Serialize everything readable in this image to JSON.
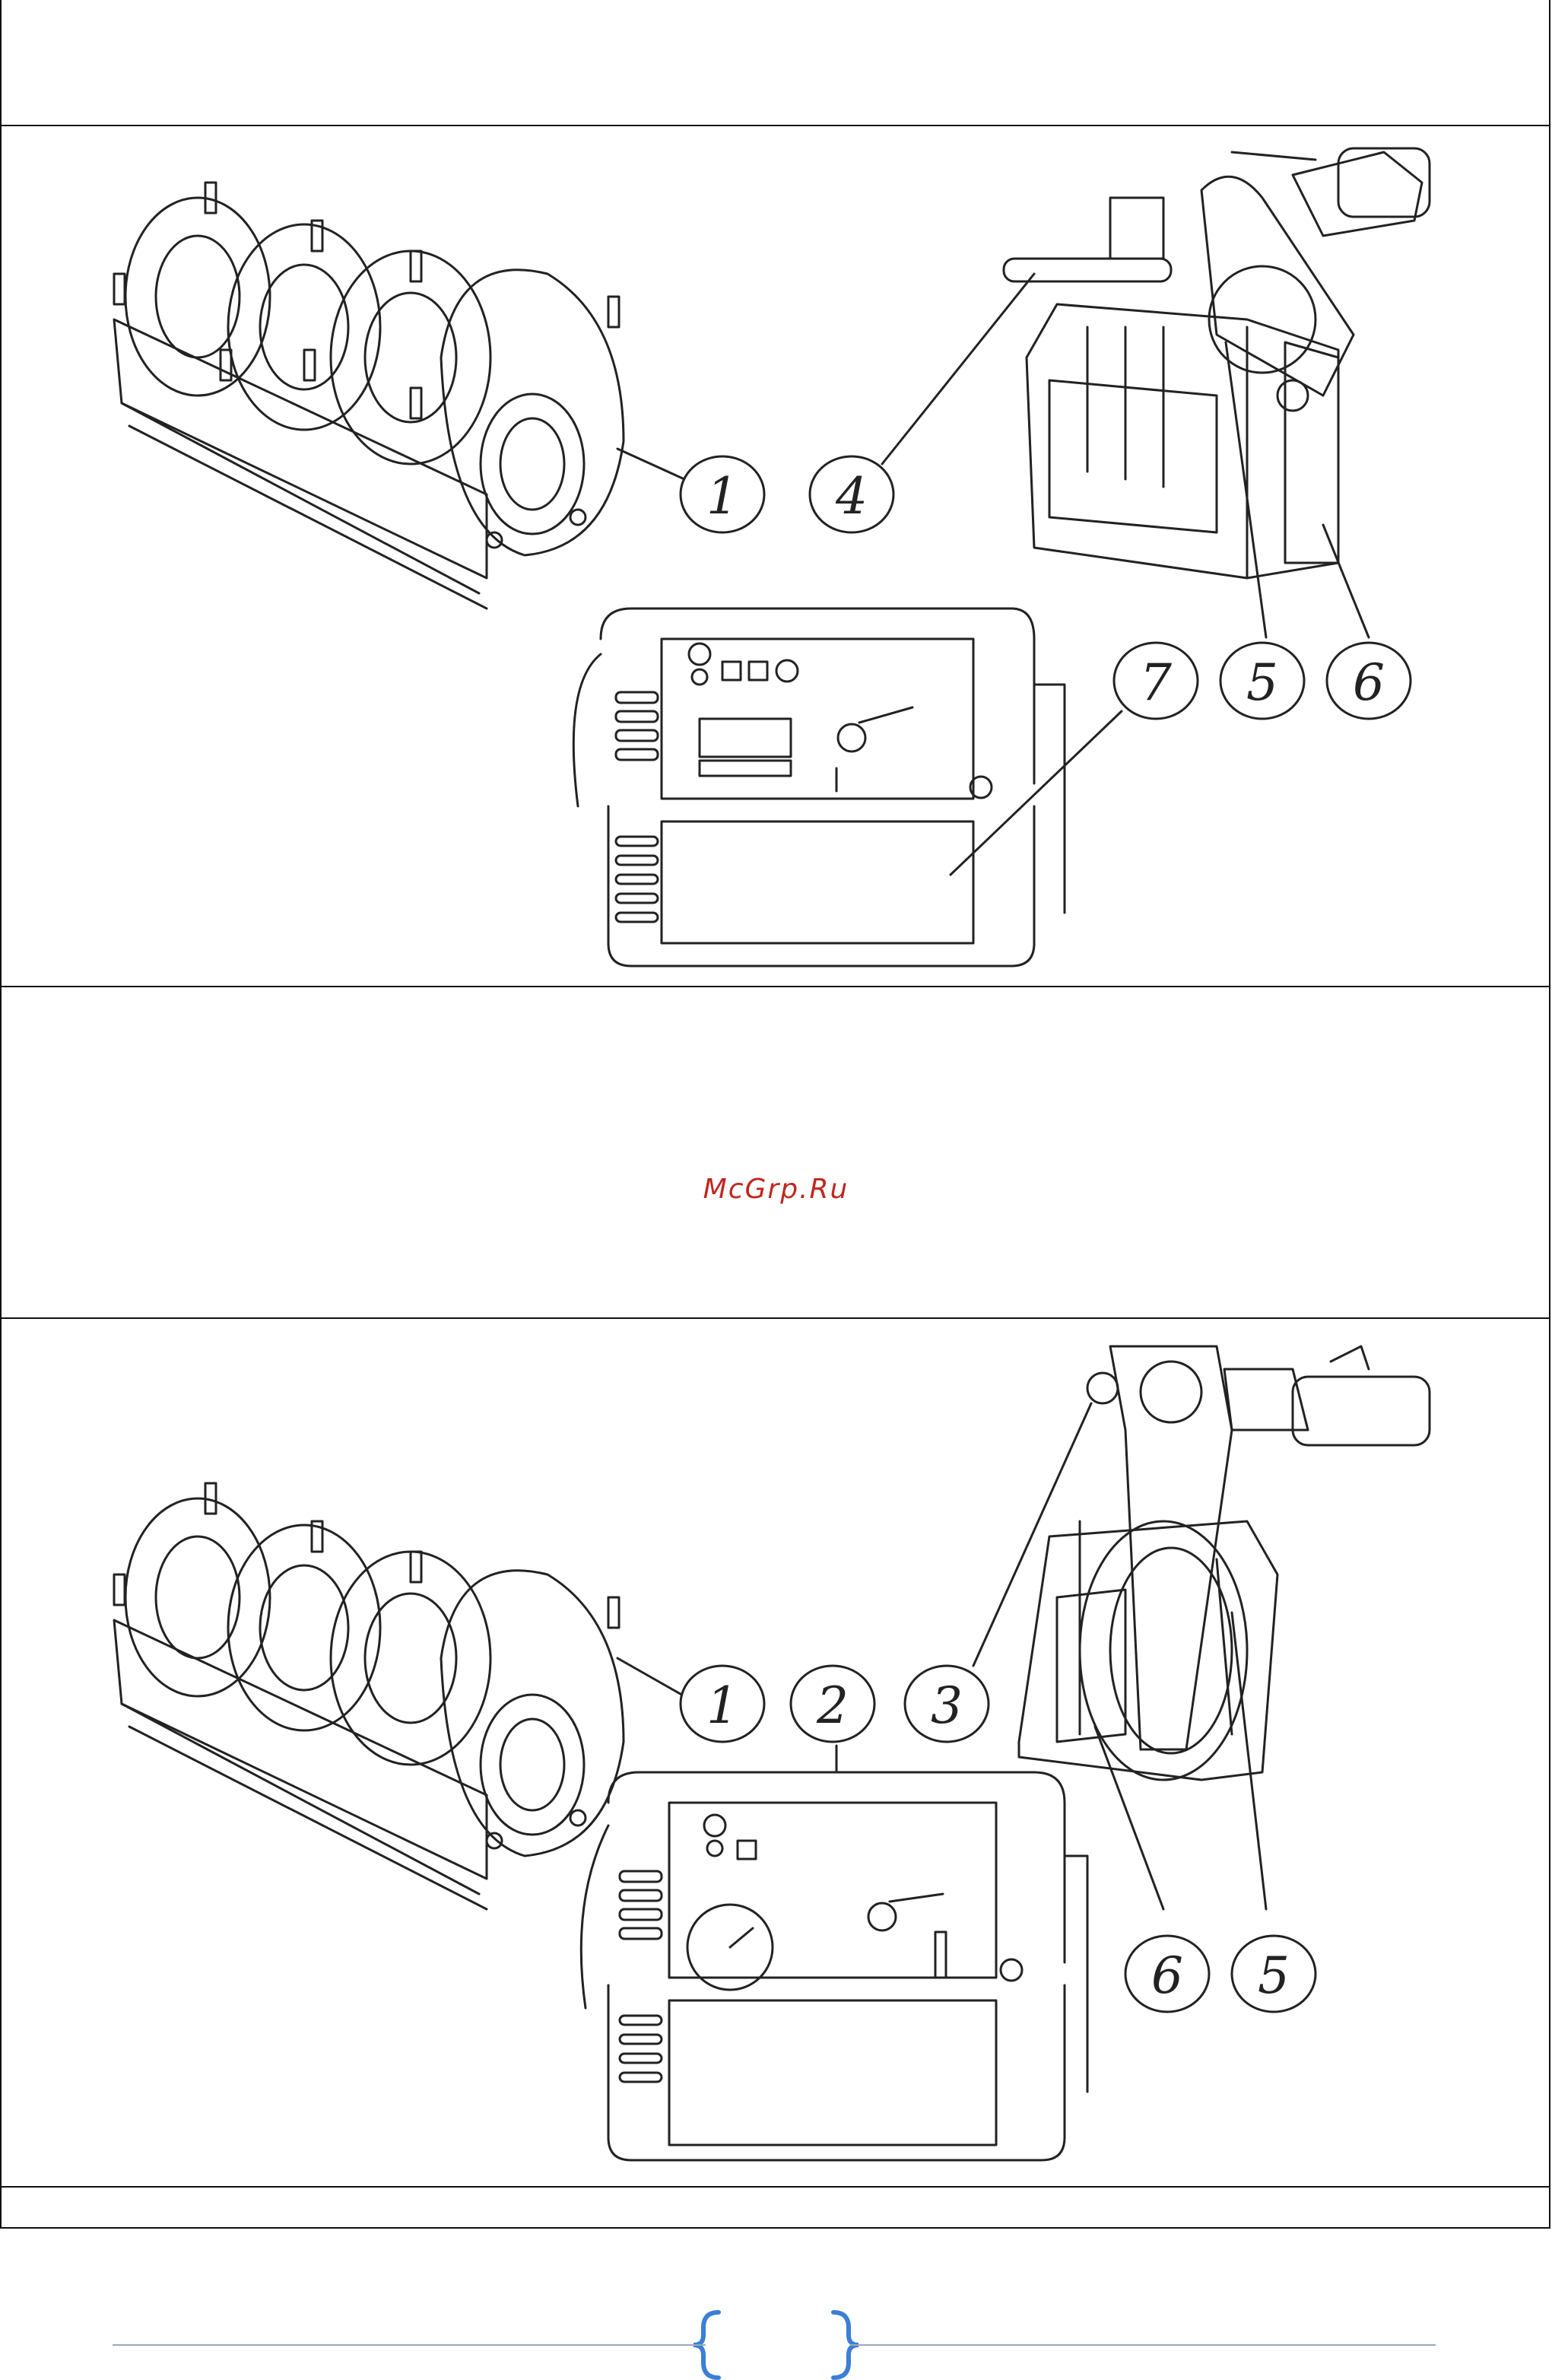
{
  "watermark": "McGrp.Ru",
  "figure_top": {
    "callouts": [
      "1",
      "4",
      "7",
      "5",
      "6"
    ]
  },
  "figure_bottom": {
    "callouts": [
      "1",
      "2",
      "3",
      "6",
      "5"
    ]
  },
  "colors": {
    "line": "#222222",
    "watermark": "#c0271f",
    "bracket": "#3b7fd6",
    "footer_rule": "#9ba7b6"
  }
}
